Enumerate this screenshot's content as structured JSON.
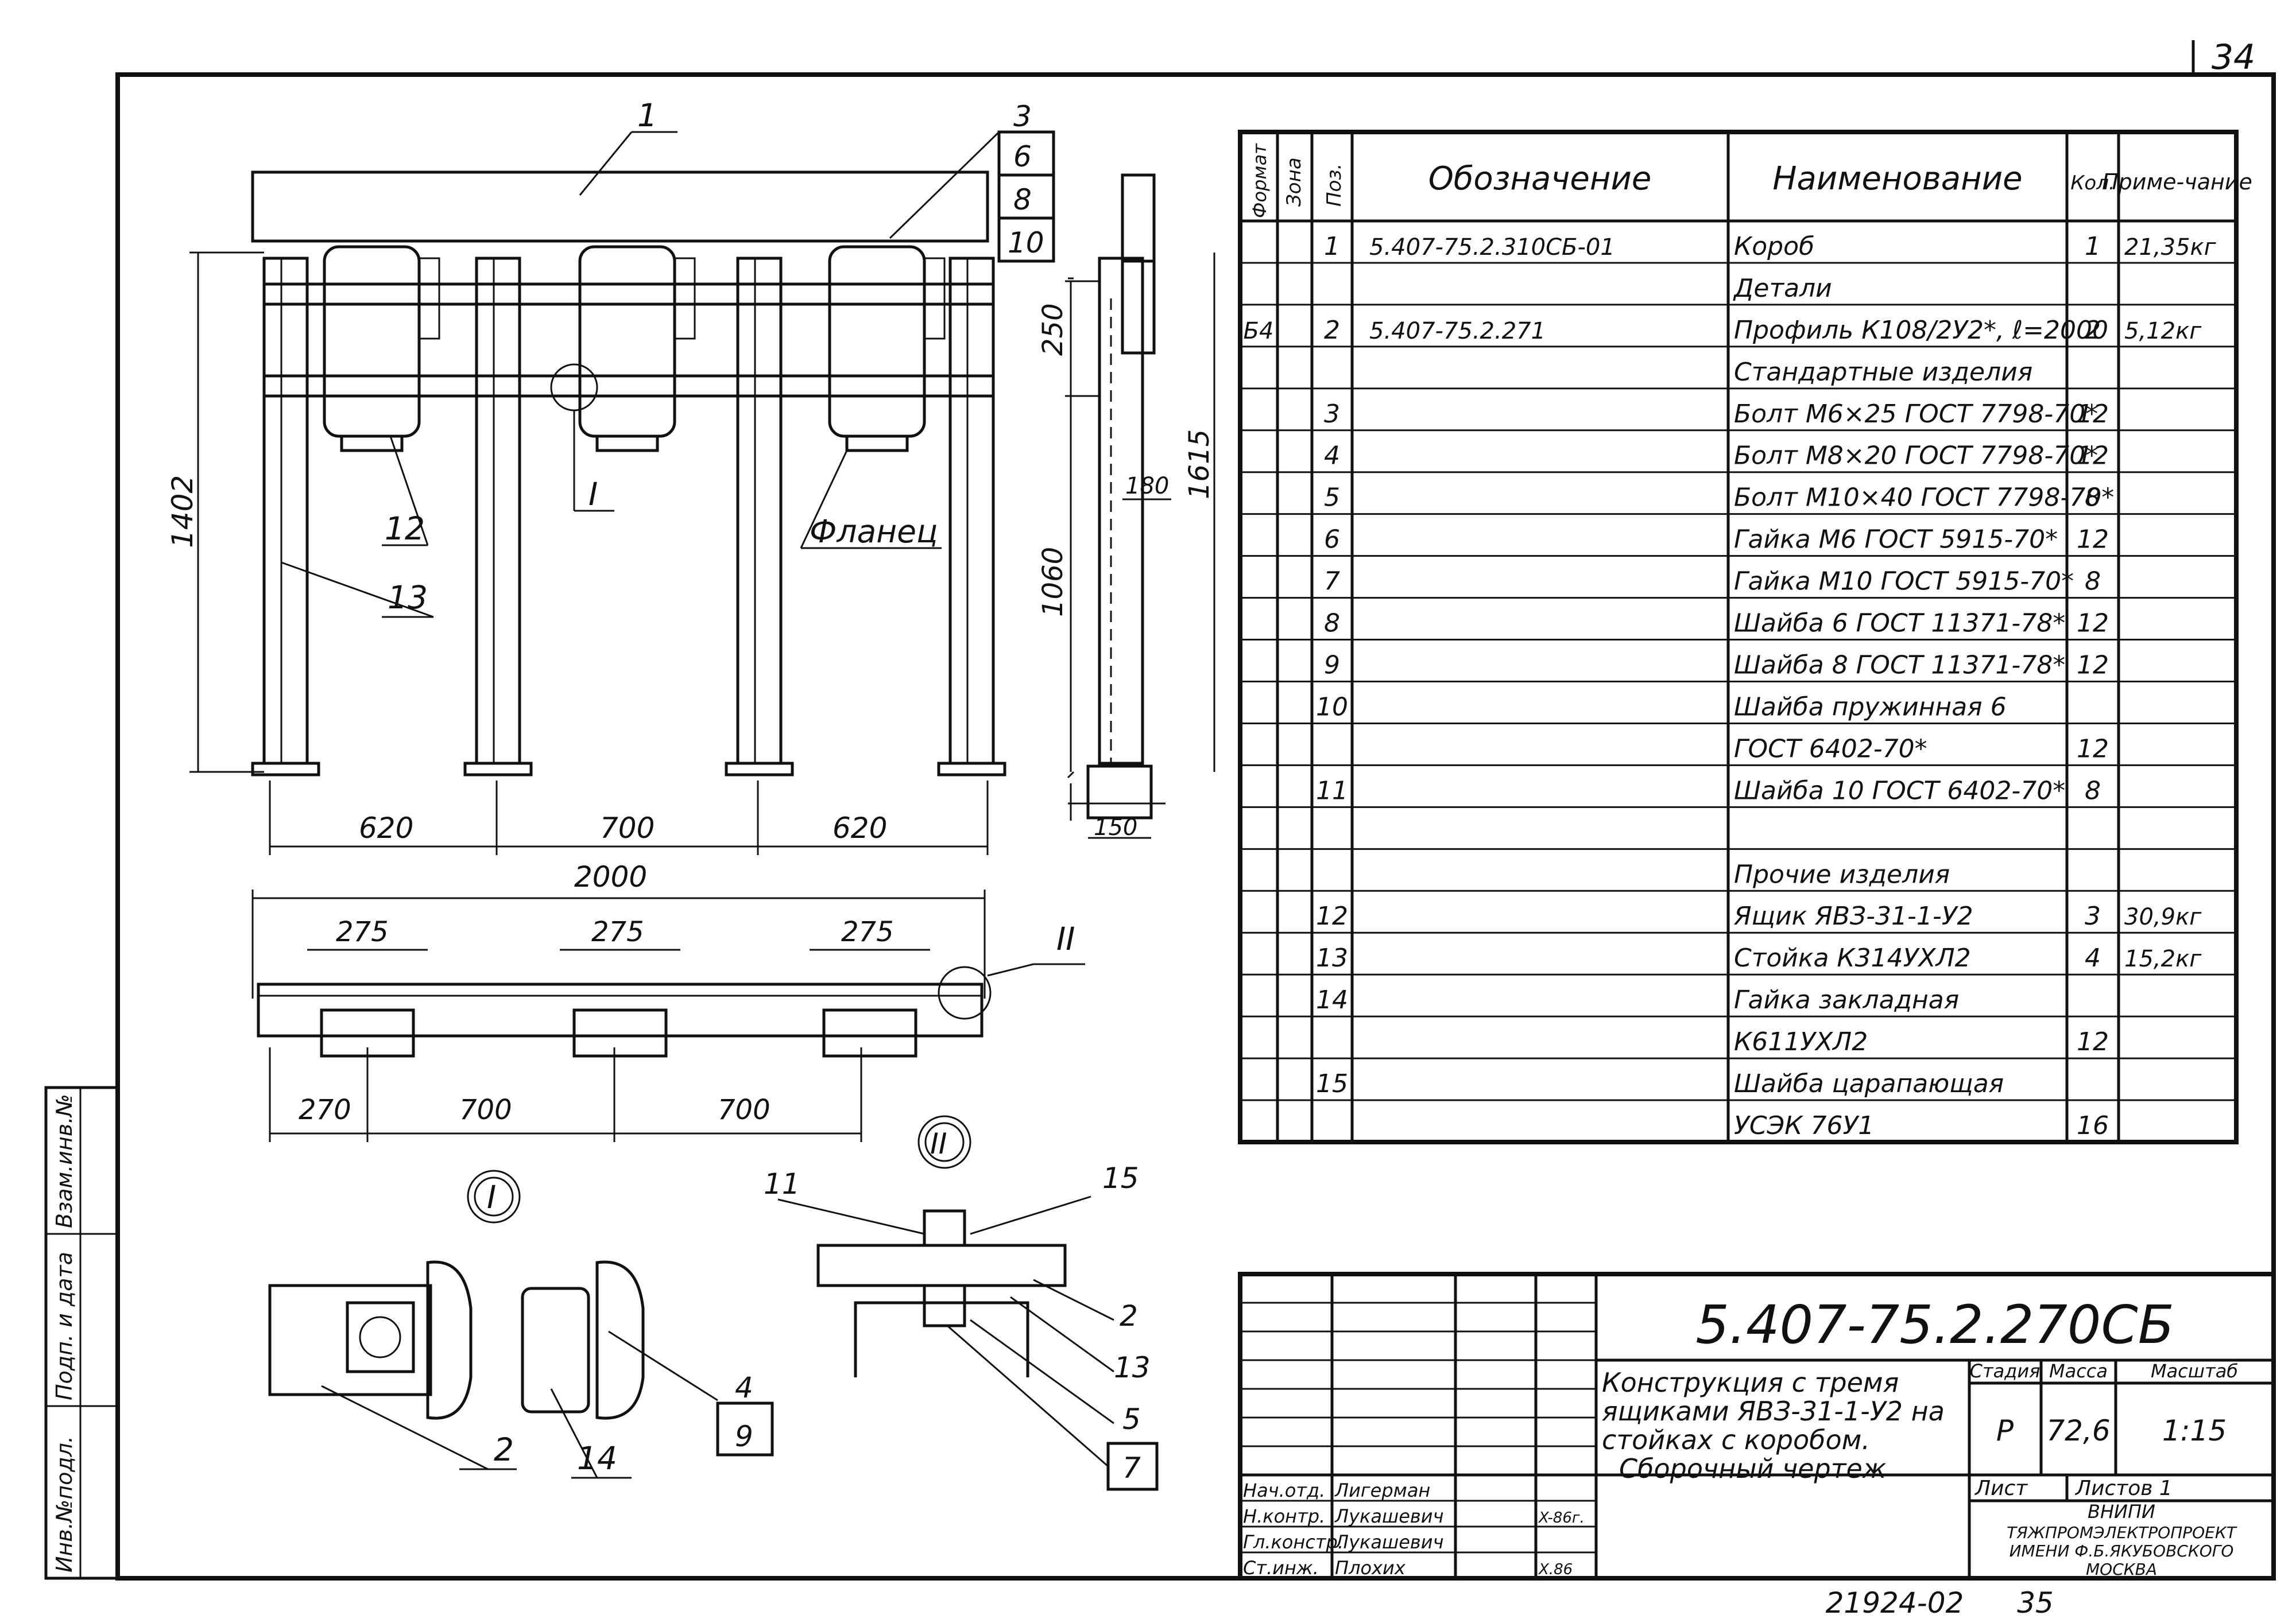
{
  "sheet_number": "34",
  "bottom_note": {
    "code": "21924-02",
    "page": "35"
  },
  "left_stamp": [
    "Инв.№подл.",
    "Подп. и дата",
    "Взам.инв.№"
  ],
  "drawing": {
    "callouts": [
      "1",
      "3",
      "6",
      "8",
      "10",
      "12",
      "13",
      "I",
      "Фланец",
      "II"
    ],
    "dims_front": [
      "1402",
      "620",
      "700",
      "620",
      "2000"
    ],
    "dims_side": [
      "250",
      "1615",
      "180",
      "1060",
      "150"
    ],
    "dims_plan": [
      "275",
      "275",
      "275",
      "270",
      "700",
      "700"
    ],
    "detail_I": {
      "marker": "I",
      "callouts": [
        "2",
        "14",
        "4",
        "9"
      ]
    },
    "detail_II": {
      "marker": "II",
      "callouts": [
        "11",
        "15",
        "2",
        "13",
        "5",
        "7"
      ]
    }
  },
  "spec_table": {
    "headers": {
      "format": "Формат",
      "zone": "Зона",
      "pos": "Поз.",
      "designation": "Обозначение",
      "name": "Наименование",
      "qty": "Кол.",
      "note": "Приме-чание"
    },
    "rows": [
      {
        "format": "",
        "pos": "1",
        "designation": "5.407-75.2.310СБ-01",
        "name": "Короб",
        "qty": "1",
        "note": "21,35кг"
      },
      {
        "format": "",
        "pos": "",
        "designation": "",
        "name": "Детали",
        "qty": "",
        "note": ""
      },
      {
        "format": "Б4",
        "pos": "2",
        "designation": "5.407-75.2.271",
        "name": "Профиль К108/2У2*, ℓ=2000",
        "qty": "2",
        "note": "5,12кг"
      },
      {
        "format": "",
        "pos": "",
        "designation": "",
        "name": "Стандартные изделия",
        "qty": "",
        "note": ""
      },
      {
        "format": "",
        "pos": "3",
        "designation": "",
        "name": "Болт М6×25 ГОСТ 7798-70*",
        "qty": "12",
        "note": ""
      },
      {
        "format": "",
        "pos": "4",
        "designation": "",
        "name": "Болт М8×20 ГОСТ 7798-70*",
        "qty": "12",
        "note": ""
      },
      {
        "format": "",
        "pos": "5",
        "designation": "",
        "name": "Болт М10×40 ГОСТ 7798-70*",
        "qty": "8",
        "note": ""
      },
      {
        "format": "",
        "pos": "6",
        "designation": "",
        "name": "Гайка М6 ГОСТ 5915-70*",
        "qty": "12",
        "note": ""
      },
      {
        "format": "",
        "pos": "7",
        "designation": "",
        "name": "Гайка М10 ГОСТ 5915-70*",
        "qty": "8",
        "note": ""
      },
      {
        "format": "",
        "pos": "8",
        "designation": "",
        "name": "Шайба 6 ГОСТ 11371-78*",
        "qty": "12",
        "note": ""
      },
      {
        "format": "",
        "pos": "9",
        "designation": "",
        "name": "Шайба 8 ГОСТ 11371-78*",
        "qty": "12",
        "note": ""
      },
      {
        "format": "",
        "pos": "10",
        "designation": "",
        "name": "Шайба пружинная 6",
        "qty": "",
        "note": ""
      },
      {
        "format": "",
        "pos": "",
        "designation": "",
        "name": "ГОСТ 6402-70*",
        "qty": "12",
        "note": ""
      },
      {
        "format": "",
        "pos": "11",
        "designation": "",
        "name": "Шайба 10 ГОСТ 6402-70*",
        "qty": "8",
        "note": ""
      },
      {
        "format": "",
        "pos": "",
        "designation": "",
        "name": "",
        "qty": "",
        "note": ""
      },
      {
        "format": "",
        "pos": "",
        "designation": "",
        "name": "Прочие изделия",
        "qty": "",
        "note": ""
      },
      {
        "format": "",
        "pos": "12",
        "designation": "",
        "name": "Ящик ЯВЗ-31-1-У2",
        "qty": "3",
        "note": "30,9кг"
      },
      {
        "format": "",
        "pos": "13",
        "designation": "",
        "name": "Стойка К314УХЛ2",
        "qty": "4",
        "note": "15,2кг"
      },
      {
        "format": "",
        "pos": "14",
        "designation": "",
        "name": "Гайка закладная",
        "qty": "",
        "note": ""
      },
      {
        "format": "",
        "pos": "",
        "designation": "",
        "name": "К611УХЛ2",
        "qty": "12",
        "note": ""
      },
      {
        "format": "",
        "pos": "15",
        "designation": "",
        "name": "Шайба царапающая",
        "qty": "",
        "note": ""
      },
      {
        "format": "",
        "pos": "",
        "designation": "",
        "name": "УСЭК 76У1",
        "qty": "16",
        "note": ""
      }
    ]
  },
  "title_block": {
    "doc_code": "5.407-75.2.270СБ",
    "title": [
      "Конструкция с тремя",
      "ящиками ЯВЗ-31-1-У2 на",
      "стойках с коробом.",
      "Сборочный чертеж"
    ],
    "stage_label": "Стадия",
    "mass_label": "Масса",
    "scale_label": "Масштаб",
    "stage": "Р",
    "mass": "72,6",
    "scale": "1:15",
    "sheet_label": "Лист",
    "sheets_label": "Листов 1",
    "org": [
      "ВНИПИ",
      "ТЯЖПРОМЭЛЕКТРОПРОЕКТ",
      "ИМЕНИ Ф.Б.ЯКУБОВСКОГО",
      "МОСКВА"
    ],
    "signatures": [
      {
        "role": "Нач.отд.",
        "name": "Лигерман",
        "date": ""
      },
      {
        "role": "Н.контр.",
        "name": "Лукашевич",
        "date": "X-86г."
      },
      {
        "role": "Гл.констр.",
        "name": "Лукашевич",
        "date": ""
      },
      {
        "role": "Ст.инж.",
        "name": "Плохих",
        "date": "X.86"
      }
    ]
  }
}
